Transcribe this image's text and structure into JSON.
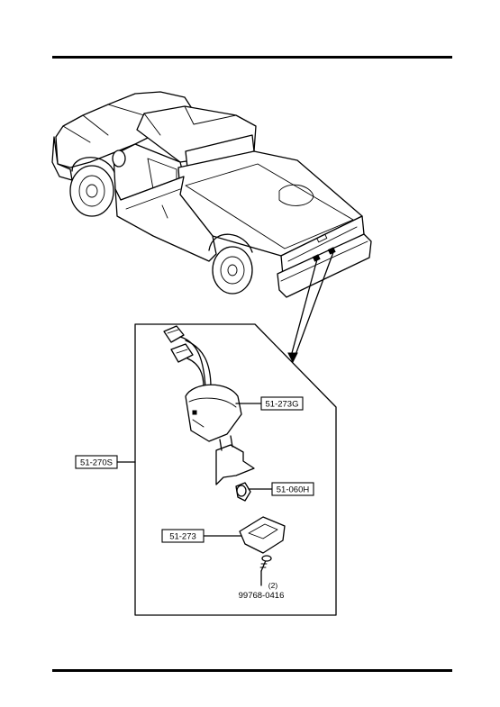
{
  "labels": {
    "assembly": "51-270S",
    "lamp_housing": "51-273G",
    "bulb": "51-060H",
    "lens": "51-273",
    "screw_qty": "(2)",
    "screw_part": "99768-0416"
  },
  "icons": {
    "truck": "pickup-truck-illustration",
    "lamp": "license-lamp-illustration"
  }
}
